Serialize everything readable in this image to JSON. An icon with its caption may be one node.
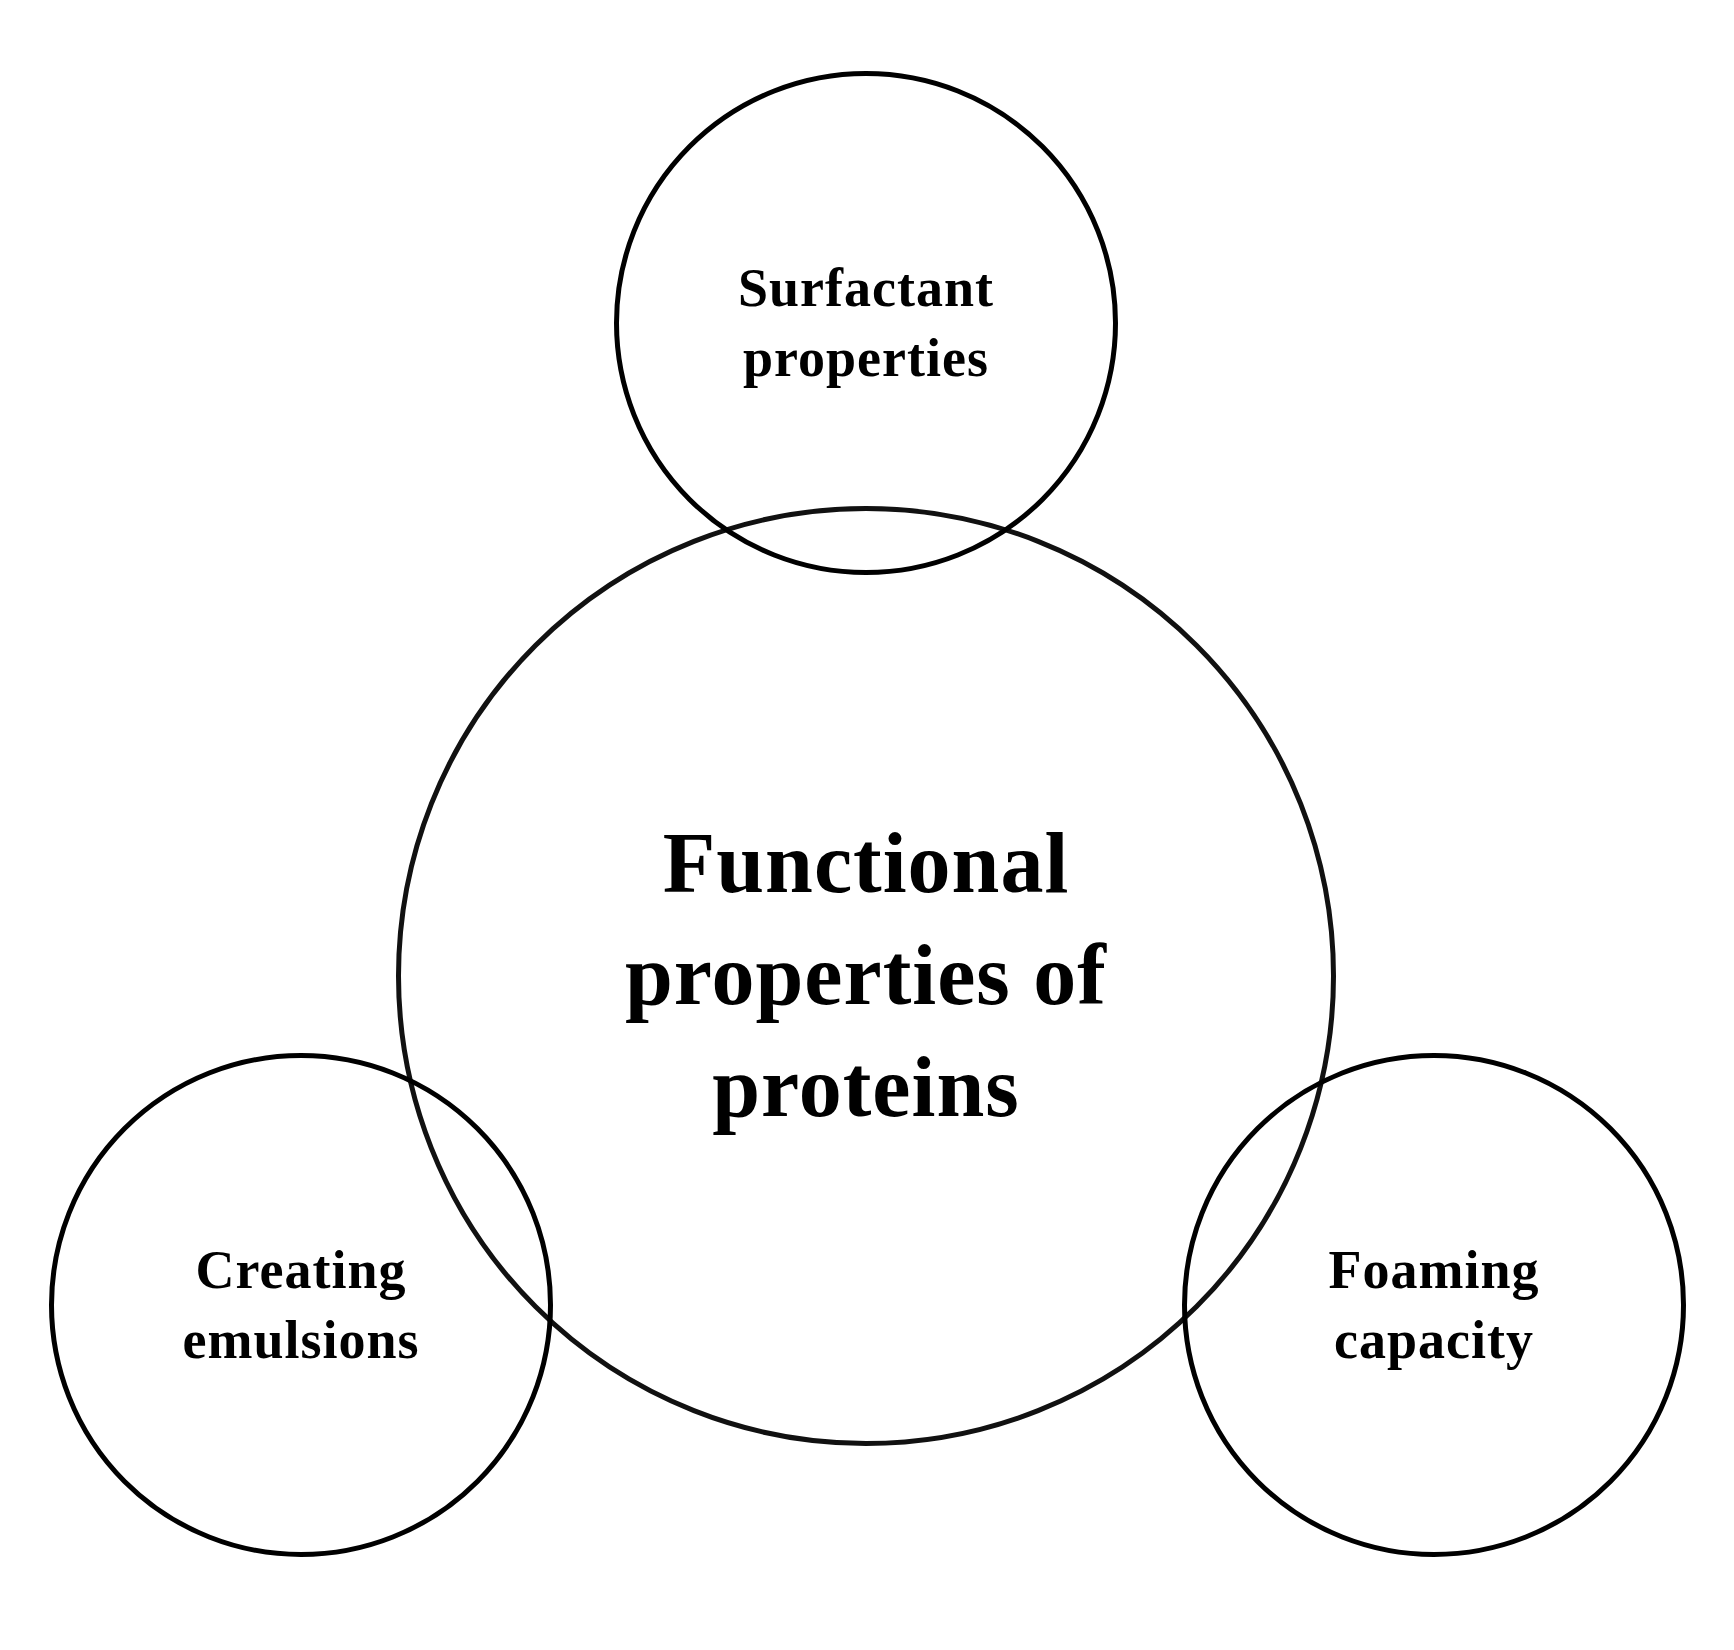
{
  "diagram": {
    "nodes": [
      {
        "text": [
          "Surfactant properties"
        ]
      },
      {
        "text": [
          "Functional properties of proteins"
        ]
      },
      {
        "text": [
          "Creating emulsions"
        ]
      },
      {
        "text": [
          "Foaming capacity"
        ]
      }
    ]
  }
}
